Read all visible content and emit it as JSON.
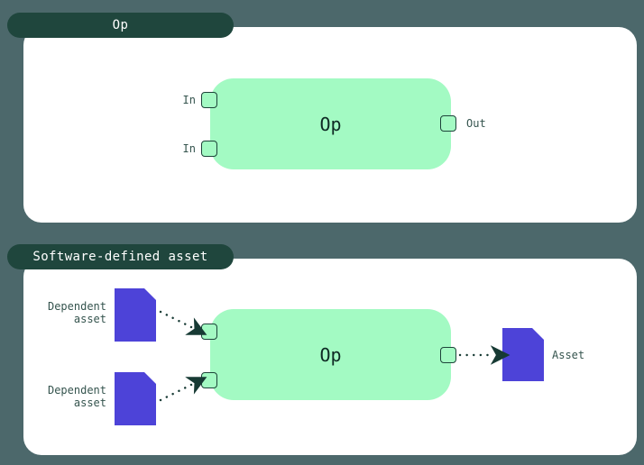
{
  "colors": {
    "background": "#4c686b",
    "panel": "#ffffff",
    "tab_bg": "#1f463d",
    "tab_text": "#ffffff",
    "op_box": "#a3fac3",
    "op_text": "#0f2a24",
    "port_border": "#1d4339",
    "label_text": "#35544e",
    "asset_purple": "#4d43d8",
    "arrow": "#173a34"
  },
  "panels": {
    "op": {
      "tab_label": "Op",
      "node_label": "Op",
      "ports": {
        "in1": "In",
        "in2": "In",
        "out": "Out"
      }
    },
    "sda": {
      "tab_label": "Software-defined asset",
      "node_label": "Op",
      "dependent_asset_1": "Dependent\nasset",
      "dependent_asset_2": "Dependent\nasset",
      "asset": "Asset"
    }
  }
}
